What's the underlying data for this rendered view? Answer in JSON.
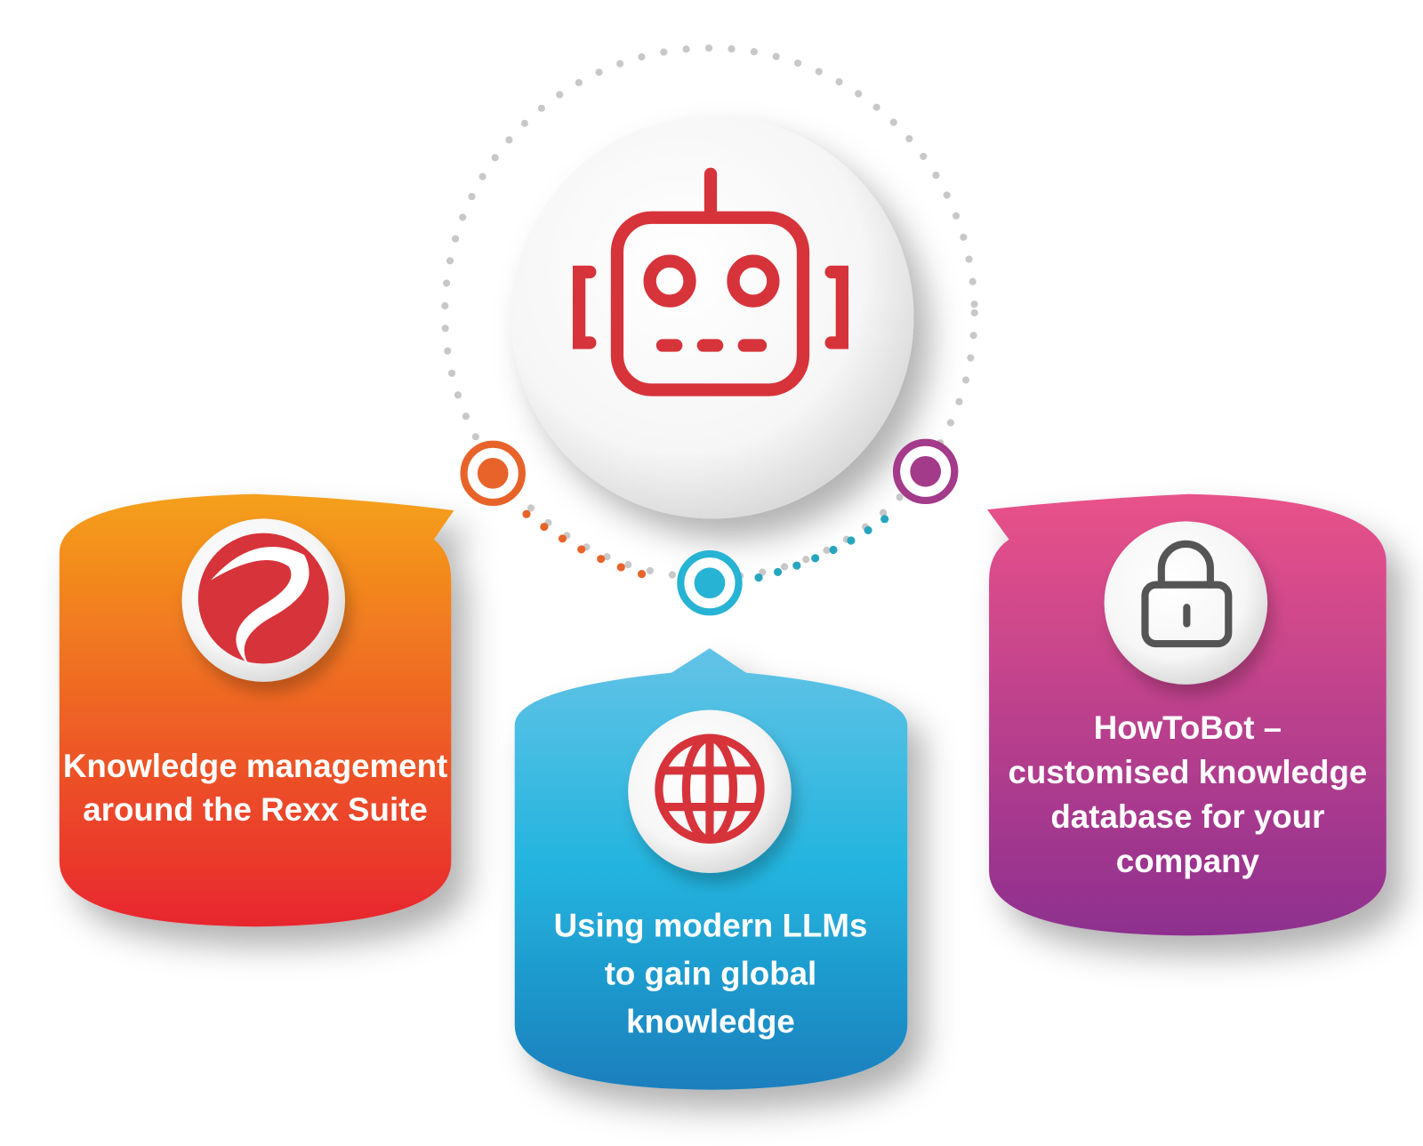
{
  "center": {
    "icon": "robot-icon"
  },
  "cards": [
    {
      "icon": "rexx-logo-icon",
      "lines": [
        "Knowledge management",
        "around the Rexx Suite"
      ],
      "color_top": "#f5a01a",
      "color_bottom": "#e8262f"
    },
    {
      "icon": "globe-icon",
      "lines": [
        "Using modern LLMs",
        "to gain global",
        "knowledge"
      ],
      "color_top": "#63c3e6",
      "color_bottom": "#1b7fbd"
    },
    {
      "icon": "lock-icon",
      "lines": [
        "HowToBot –",
        "customised knowledge",
        "database for your",
        "company"
      ],
      "color_top": "#e9528a",
      "color_bottom": "#8e2f8f"
    }
  ],
  "colors": {
    "accent_red": "#d7333a",
    "orange": "#e8632a",
    "cyan": "#27b3d4",
    "purple": "#a33a8a",
    "dots_grey": "#c8c8c8"
  }
}
